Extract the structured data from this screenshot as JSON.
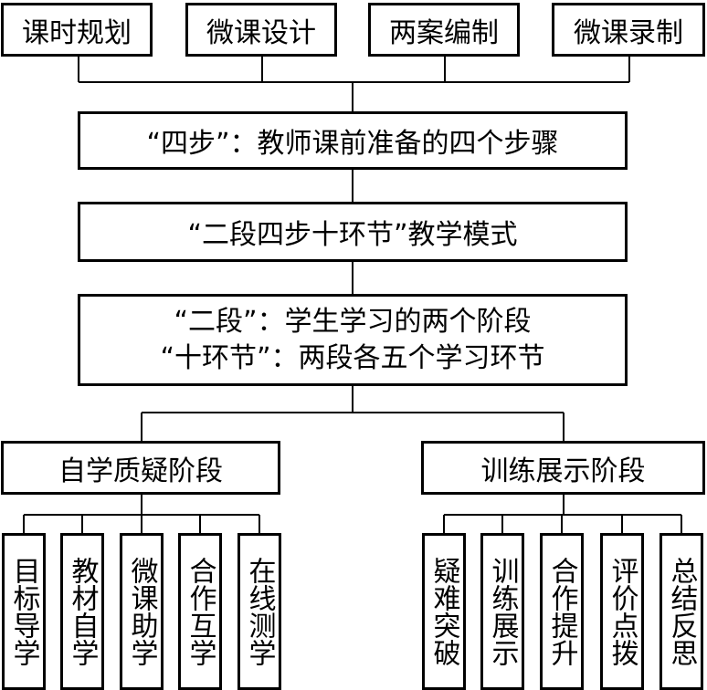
{
  "top_steps": [
    "课时规划",
    "微课设计",
    "两案编制",
    "微课录制"
  ],
  "four_steps": "“四步”：教师课前准备的四个步骤",
  "teaching_mode": "“二段四步十环节”教学模式",
  "phases": {
    "line1": "“二段”：学生学习的两个阶段",
    "line2": "“十环节”：两段各五个学习环节"
  },
  "stages": {
    "left": {
      "name": "自学质疑阶段",
      "links": [
        "目标导学",
        "教材自学",
        "微课助学",
        "合作互学",
        "在线测学"
      ]
    },
    "right": {
      "name": "训练展示阶段",
      "links": [
        "疑难突破",
        "训练展示",
        "合作提升",
        "评价点拨",
        "总结反思"
      ]
    }
  }
}
